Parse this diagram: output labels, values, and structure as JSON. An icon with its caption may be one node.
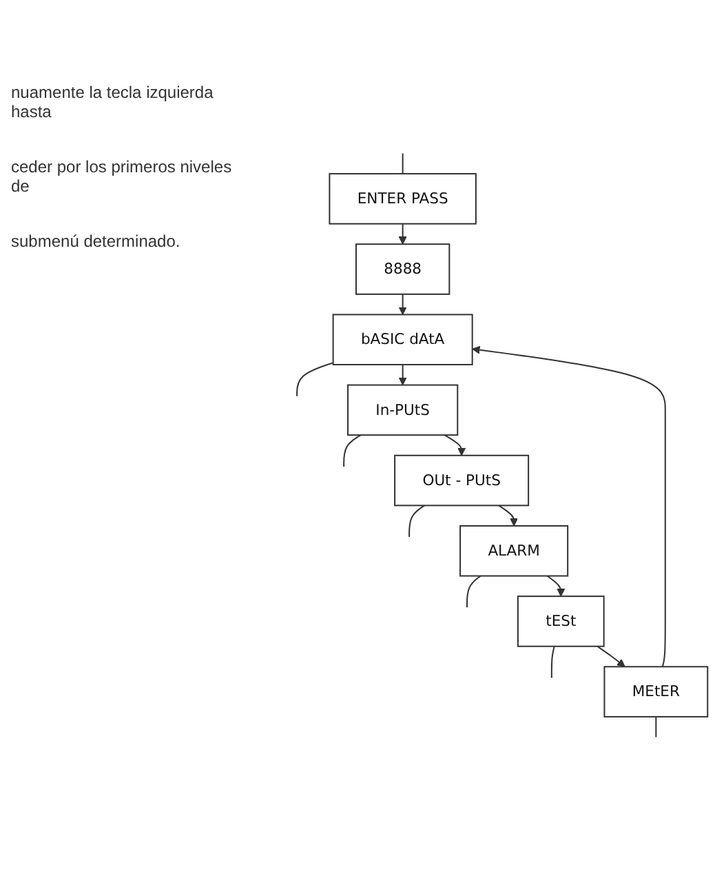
{
  "diagram": {
    "nodes": [
      {
        "text": [
          "ENTER PASS"
        ]
      },
      {
        "text": [
          "8888"
        ]
      },
      {
        "text": [
          "bASIC dAtA"
        ]
      },
      {
        "text": [
          "In-PUtS"
        ]
      },
      {
        "text": [
          "OUt - PUtS"
        ]
      },
      {
        "text": [
          "ALARM"
        ]
      },
      {
        "text": [
          "tESt"
        ]
      },
      {
        "text": [
          "MEtER"
        ]
      }
    ],
    "edges": [
      {
        "from": null,
        "to": 0,
        "arrow": "none"
      },
      {
        "from": 0,
        "to": 1,
        "arrow": "to"
      },
      {
        "from": 1,
        "to": 2,
        "arrow": "to"
      },
      {
        "from": 2,
        "to": null,
        "arrow": "none"
      },
      {
        "from": 2,
        "to": 3,
        "arrow": "to"
      },
      {
        "from": 3,
        "to": null,
        "arrow": "none"
      },
      {
        "from": 3,
        "to": 4,
        "arrow": "to"
      },
      {
        "from": 4,
        "to": null,
        "arrow": "none"
      },
      {
        "from": 4,
        "to": 5,
        "arrow": "to"
      },
      {
        "from": 5,
        "to": null,
        "arrow": "none"
      },
      {
        "from": 5,
        "to": 6,
        "arrow": "to"
      },
      {
        "from": 6,
        "to": null,
        "arrow": "none"
      },
      {
        "from": 6,
        "to": 7,
        "arrow": "to"
      },
      {
        "from": 7,
        "to": null,
        "arrow": "none"
      },
      {
        "from": 7,
        "to": 2,
        "arrow": "to"
      }
    ],
    "labels": [
      "nuamente la tecla izquierda hasta",
      "ceder por los primeros niveles de",
      "submenú determinado."
    ]
  }
}
